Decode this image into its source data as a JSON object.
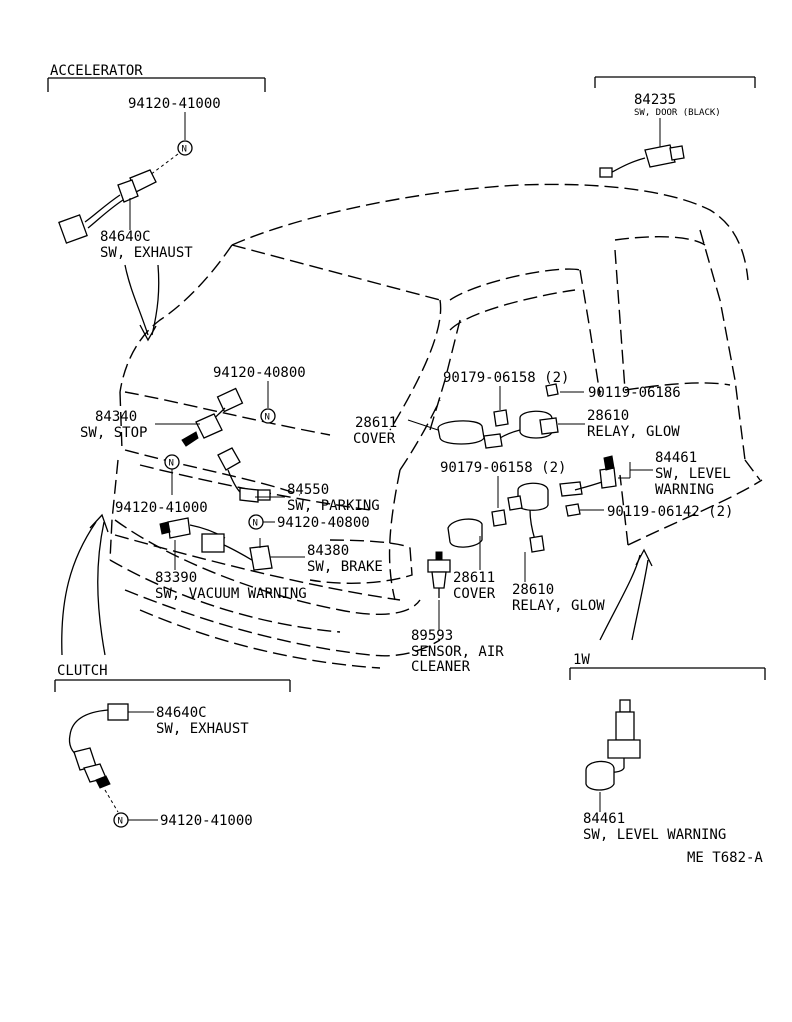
{
  "sections": {
    "accelerator": "ACCELERATOR",
    "clutch": "CLUTCH",
    "one_w": "1W"
  },
  "labels": {
    "a_94120_41000": "94120-41000",
    "a_84640c": "84640C",
    "a_sw_exhaust": "SW, EXHAUST",
    "d_84235": "84235",
    "d_sw_door": "SW, DOOR (BLACK)",
    "s_94120_40800": "94120-40800",
    "s_84340": "84340",
    "s_sw_stop": "SW, STOP",
    "g_90179_06158_top": "90179-06158 (2)",
    "g_90119_06186": "90119-06186",
    "g_28611_cover_top_num": "28611",
    "g_28611_cover_top_txt": "COVER",
    "g_28610_top_num": "28610",
    "g_28610_top_txt": "RELAY, GLOW",
    "g_90179_06158_mid": "90179-06158 (2)",
    "l_84461_num": "84461",
    "l_84461_txt1": "SW, LEVEL",
    "l_84461_txt2": "WARNING",
    "p_84550": "84550",
    "p_sw_parking": "SW, PARKING",
    "n_94120_41000_left": "94120-41000",
    "n_94120_40800_mid": "94120-40800",
    "g_90119_06142": "90119-06142 (2)",
    "b_84380": "84380",
    "b_sw_brake": "SW, BRAKE",
    "v_83390": "83390",
    "v_sw_vacuum": "SW, VACUUM WARNING",
    "c_28611_num": "28611",
    "c_28611_txt": "COVER",
    "r_28610_num": "28610",
    "r_28610_txt": "RELAY, GLOW",
    "e_89593": "89593",
    "e_sensor_1": "SENSOR, AIR",
    "e_sensor_2": "CLEANER",
    "cl_84640c": "84640C",
    "cl_sw_exhaust": "SW, EXHAUST",
    "cl_94120_41000": "94120-41000",
    "w_84461": "84461",
    "w_sw_level": "SW, LEVEL WARNING",
    "ref_code": "ME T682-A"
  },
  "markers": {
    "nut": "N"
  }
}
